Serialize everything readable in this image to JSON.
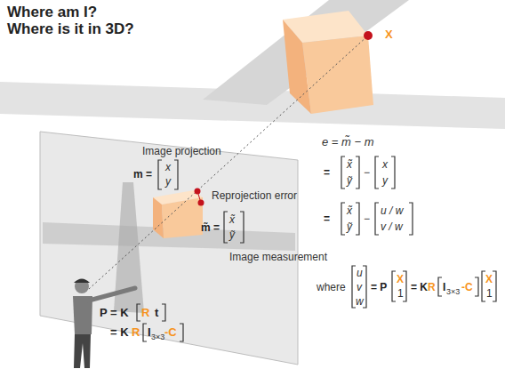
{
  "diagram": {
    "title": "Where am I? Where is it in 3D?",
    "labels": [
      "X",
      "Image projection",
      "m =",
      "x",
      "y",
      "Reprojection error",
      "m̃ =",
      "x̃",
      "ỹ",
      "Image measurement",
      "e = m̃ − m",
      "=",
      "x̃",
      "ỹ",
      "−",
      "x",
      "y",
      "=",
      "x̃",
      "ỹ",
      "−",
      "u / w",
      "v / w",
      "where",
      "u",
      "v",
      "w",
      "= P",
      "X",
      "1",
      "= K",
      "R",
      "I",
      "3×3",
      "-C",
      "X",
      "1",
      "P = K",
      "R",
      "t",
      "= K",
      "R",
      "I",
      "3×3",
      "-C"
    ]
  }
}
